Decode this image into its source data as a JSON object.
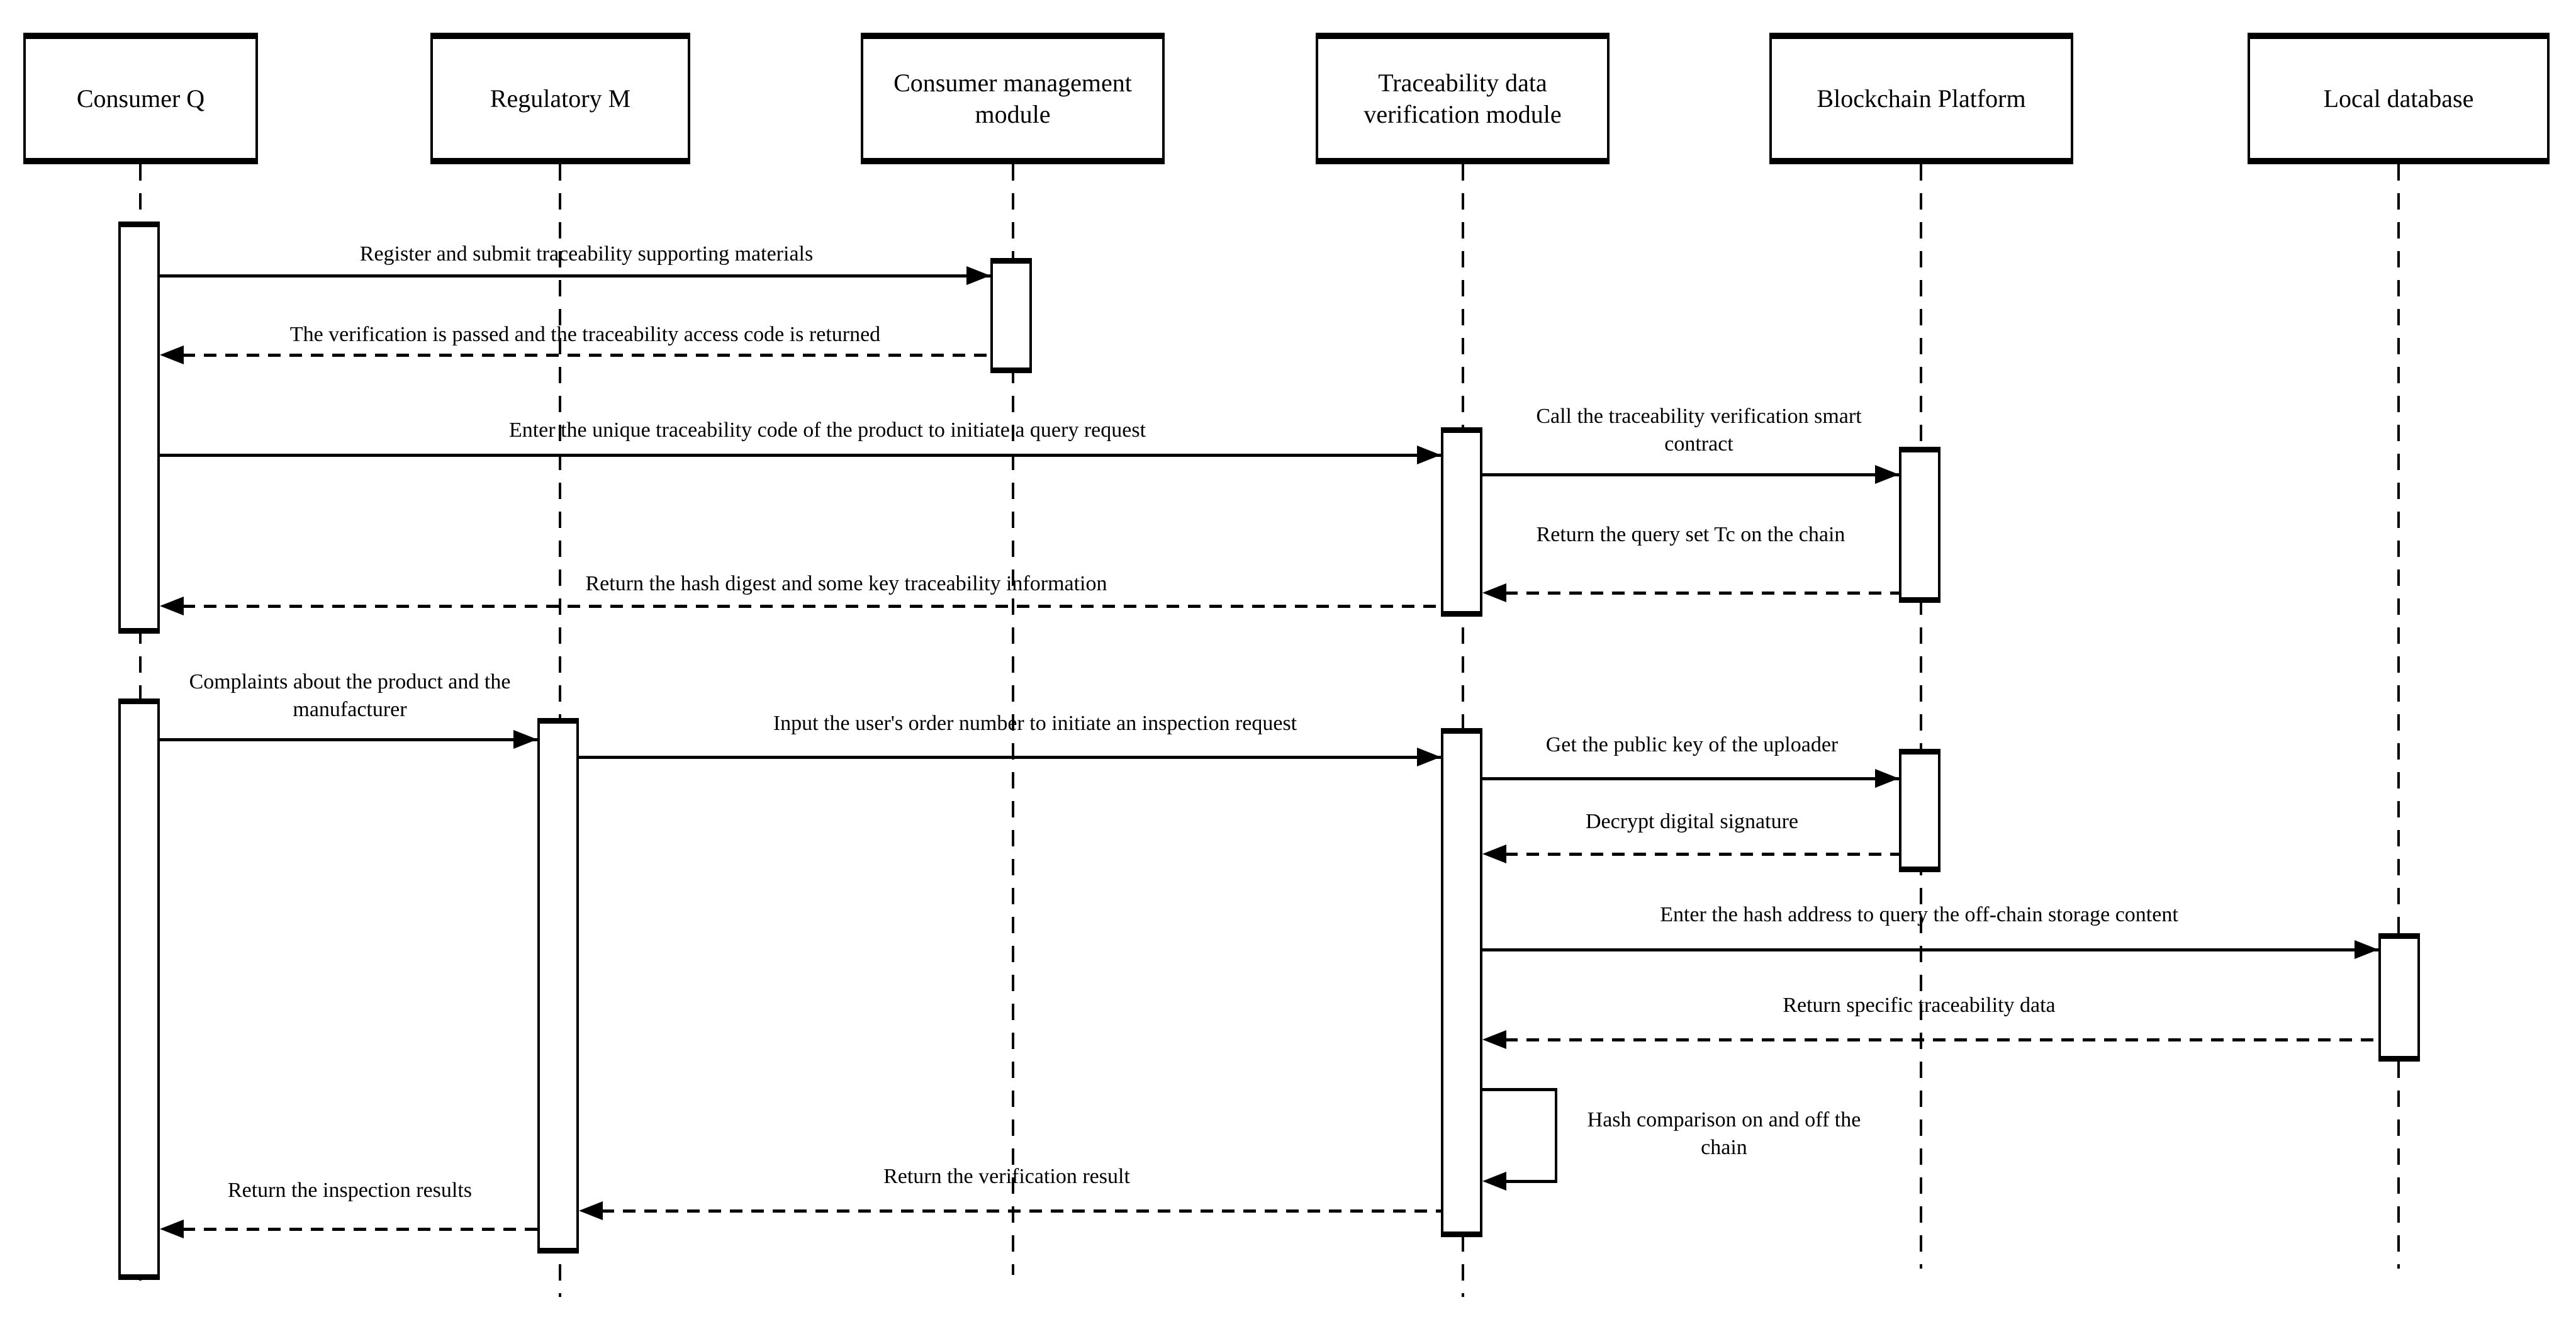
{
  "diagram_type": "uml-sequence-diagram",
  "colors": {
    "line": "#000000",
    "background": "#ffffff",
    "text": "#000000"
  },
  "actors": [
    {
      "name": "Consumer Q"
    },
    {
      "name": "Regulatory M"
    },
    {
      "name": "Consumer management module"
    },
    {
      "name": "Traceability data verification module"
    },
    {
      "name": "Blockchain Platform"
    },
    {
      "name": "Local database"
    }
  ],
  "messages": [
    {
      "label": "Register and submit traceability supporting materials",
      "from": "Consumer Q",
      "to": "Consumer management module",
      "style": "solid"
    },
    {
      "label": "The verification is passed and the traceability access code is returned",
      "from": "Consumer management module",
      "to": "Consumer Q",
      "style": "dashed"
    },
    {
      "label": "Enter the unique traceability code of the product to initiate a query request",
      "from": "Consumer Q",
      "to": "Traceability data verification module",
      "style": "solid"
    },
    {
      "label": "Call the traceability verification smart contract",
      "from": "Traceability data verification module",
      "to": "Blockchain Platform",
      "style": "solid"
    },
    {
      "label": "Return the query set Tc on the chain",
      "from": "Blockchain Platform",
      "to": "Traceability data verification module",
      "style": "dashed"
    },
    {
      "label": "Return the hash digest and some key traceability information",
      "from": "Traceability data verification module",
      "to": "Consumer Q",
      "style": "dashed"
    },
    {
      "label": "Complaints about the product and the manufacturer",
      "from": "Consumer Q",
      "to": "Regulatory M",
      "style": "solid"
    },
    {
      "label": "Input the user's order number to initiate an inspection request",
      "from": "Regulatory M",
      "to": "Traceability data verification module",
      "style": "solid"
    },
    {
      "label": "Get the public key of the uploader",
      "from": "Traceability data verification module",
      "to": "Blockchain Platform",
      "style": "solid"
    },
    {
      "label": "Decrypt digital signature",
      "from": "Blockchain Platform",
      "to": "Traceability data verification module",
      "style": "dashed"
    },
    {
      "label": "Enter the hash address to query the off-chain storage content",
      "from": "Traceability data verification module",
      "to": "Local database",
      "style": "solid"
    },
    {
      "label": "Return specific traceability data",
      "from": "Local database",
      "to": "Traceability data verification module",
      "style": "dashed"
    },
    {
      "label": "Hash comparison on and off the chain",
      "from": "Traceability data verification module",
      "to": "Traceability data verification module",
      "style": "self"
    },
    {
      "label": "Return the verification result",
      "from": "Traceability data verification module",
      "to": "Regulatory M",
      "style": "dashed"
    },
    {
      "label": "Return the inspection results",
      "from": "Regulatory M",
      "to": "Consumer Q",
      "style": "dashed"
    }
  ]
}
